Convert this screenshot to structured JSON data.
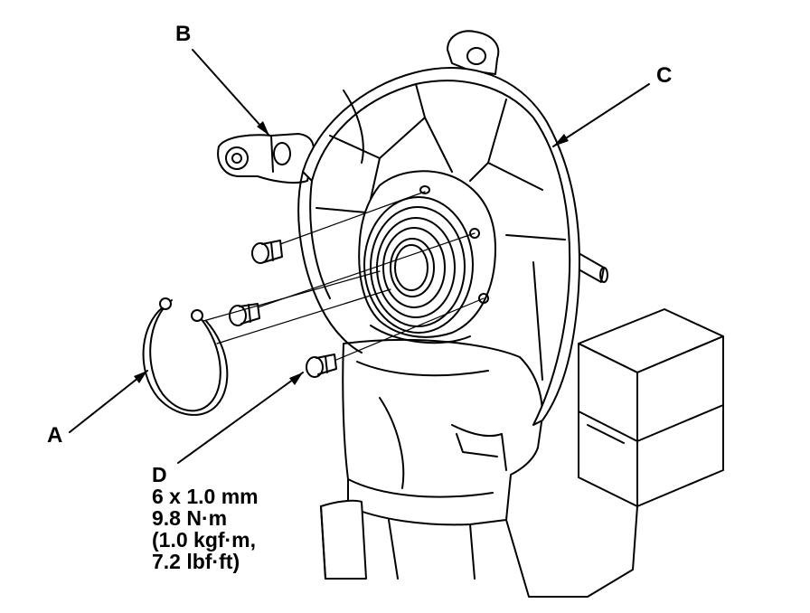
{
  "labels": {
    "a": "A",
    "b": "B",
    "c": "C",
    "d": "D"
  },
  "spec": {
    "line1": "6 x 1.0 mm",
    "line2": "9.8 N·m",
    "line3": "(1.0 kgf·m,",
    "line4": "7.2 lbf·ft)"
  },
  "colors": {
    "ink": "#000000",
    "paper": "#ffffff"
  }
}
